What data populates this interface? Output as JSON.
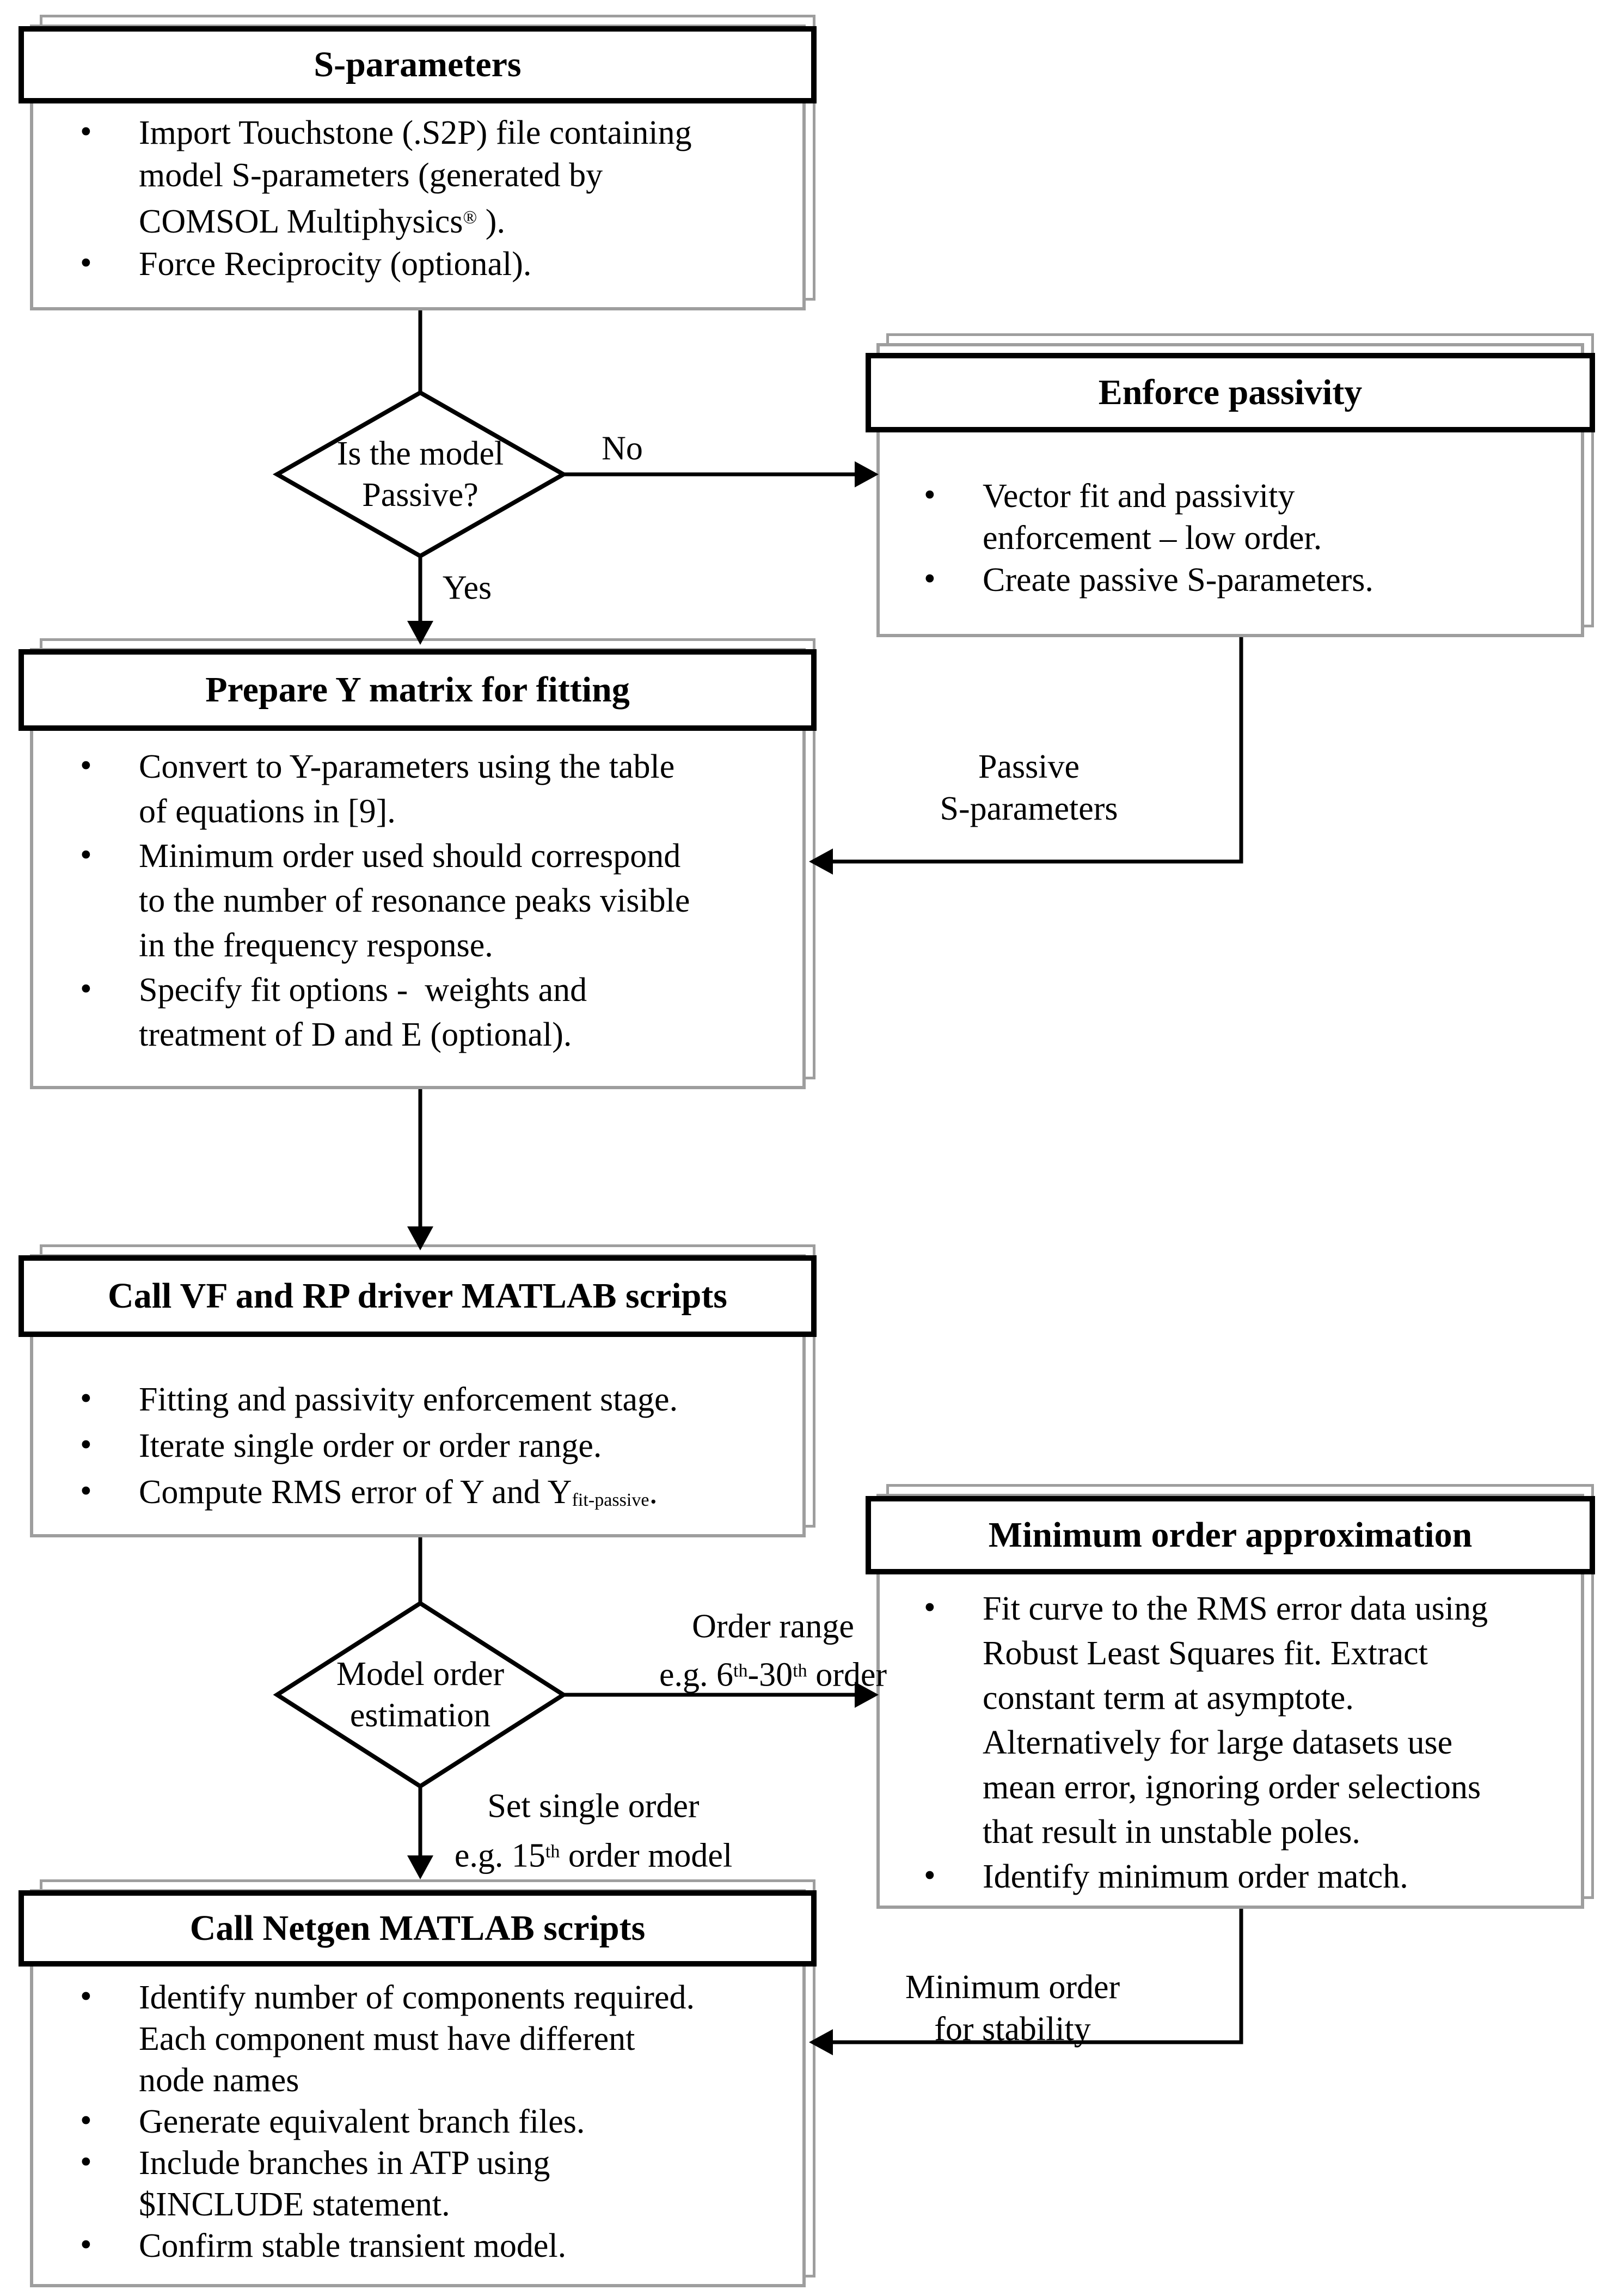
{
  "figure": {
    "type": "flowchart",
    "colors": {
      "background": "#ffffff",
      "box_border_gray": "#9e9e9e",
      "header_border_black": "#000000",
      "arrow_black": "#000000",
      "text": "#000000"
    },
    "boxes": {
      "s_parameters": {
        "title": "S-parameters",
        "bullets": [
          [
            "Import Touchstone (.S2P) file containing",
            "model S-parameters (generated by",
            [
              {
                "t": "COMSOL Multiphysics"
              },
              {
                "t": "®",
                "sup": true
              },
              {
                "t": " )."
              }
            ]
          ],
          [
            "Force Reciprocity (optional)."
          ]
        ]
      },
      "prepare_y": {
        "title": "Prepare Y matrix for fitting",
        "bullets": [
          [
            "Convert to Y-parameters using the table",
            "of equations in [9]."
          ],
          [
            "Minimum order used should correspond",
            "to the number of resonance peaks visible",
            "in the frequency response."
          ],
          [
            "Specify fit options -  weights and",
            "treatment of D and E (optional)."
          ]
        ]
      },
      "call_vf": {
        "title": "Call VF and RP driver MATLAB scripts",
        "bullets": [
          [
            "Fitting and passivity enforcement stage."
          ],
          [
            "Iterate single order or order range."
          ],
          [
            [
              {
                "t": "Compute RMS error of Y and Y"
              },
              {
                "t": "fit-passive",
                "sub": true
              },
              {
                "t": "."
              }
            ]
          ]
        ]
      },
      "call_netgen": {
        "title": "Call Netgen MATLAB scripts",
        "bullets": [
          [
            "Identify number of components required.",
            "Each component must have different",
            "node names"
          ],
          [
            "Generate equivalent branch files."
          ],
          [
            "Include branches in ATP using",
            "$INCLUDE statement."
          ],
          [
            "Confirm stable transient model."
          ]
        ]
      },
      "enforce_passivity": {
        "title": "Enforce passivity",
        "bullets": [
          [
            "Vector fit and passivity",
            "enforcement – low order."
          ],
          [
            "Create passive S-parameters."
          ]
        ]
      },
      "min_order_approx": {
        "title": "Minimum order approximation",
        "bullets": [
          [
            "Fit curve to the RMS error data using",
            "Robust Least Squares fit. Extract",
            "constant term at asymptote.",
            "Alternatively for large datasets use",
            "mean error, ignoring order selections",
            "that result in unstable poles."
          ],
          [
            "Identify minimum order match."
          ]
        ]
      }
    },
    "decisions": {
      "is_passive": {
        "lines": [
          "Is the model",
          "Passive?"
        ]
      },
      "model_order": {
        "lines": [
          "Model order",
          "estimation"
        ]
      }
    },
    "edge_labels": {
      "no": "No",
      "yes": "Yes",
      "passive_sparams": {
        "lines": [
          "Passive",
          "S-parameters"
        ]
      },
      "order_range": {
        "lines": [
          "Order range",
          [
            {
              "t": "e.g. 6"
            },
            {
              "t": "th",
              "sup": true
            },
            {
              "t": "-30"
            },
            {
              "t": "th",
              "sup": true
            },
            {
              "t": " order"
            }
          ]
        ]
      },
      "single_order": {
        "lines": [
          "Set single order",
          [
            {
              "t": "e.g. 15"
            },
            {
              "t": "th",
              "sup": true
            },
            {
              "t": " order model"
            }
          ]
        ]
      },
      "min_order_stability": {
        "lines": [
          "Minimum order",
          "for stability"
        ]
      }
    }
  }
}
